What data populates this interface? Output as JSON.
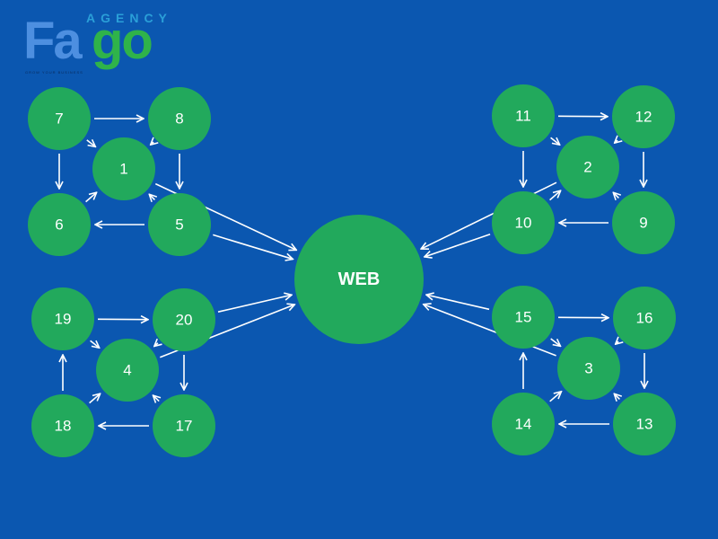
{
  "logo": {
    "part1": "Fa",
    "part2": "go",
    "agency": "AGENCY",
    "tagline": "GROW YOUR BUSINESS"
  },
  "colors": {
    "background": "#0b57b0",
    "node": "#22a95c",
    "arrow": "#ffffff"
  },
  "hub": {
    "id": "WEB",
    "label": "WEB"
  },
  "nodes": [
    {
      "id": "7",
      "label": "7"
    },
    {
      "id": "8",
      "label": "8"
    },
    {
      "id": "1",
      "label": "1"
    },
    {
      "id": "6",
      "label": "6"
    },
    {
      "id": "5",
      "label": "5"
    },
    {
      "id": "11",
      "label": "11"
    },
    {
      "id": "12",
      "label": "12"
    },
    {
      "id": "2",
      "label": "2"
    },
    {
      "id": "10",
      "label": "10"
    },
    {
      "id": "9",
      "label": "9"
    },
    {
      "id": "19",
      "label": "19"
    },
    {
      "id": "20",
      "label": "20"
    },
    {
      "id": "4",
      "label": "4"
    },
    {
      "id": "18",
      "label": "18"
    },
    {
      "id": "17",
      "label": "17"
    },
    {
      "id": "15",
      "label": "15"
    },
    {
      "id": "16",
      "label": "16"
    },
    {
      "id": "3",
      "label": "3"
    },
    {
      "id": "14",
      "label": "14"
    },
    {
      "id": "13",
      "label": "13"
    }
  ],
  "edges": [
    {
      "from": "7",
      "to": "8"
    },
    {
      "from": "7",
      "to": "1"
    },
    {
      "from": "7",
      "to": "6"
    },
    {
      "from": "8",
      "to": "1"
    },
    {
      "from": "8",
      "to": "5"
    },
    {
      "from": "5",
      "to": "1"
    },
    {
      "from": "5",
      "to": "6"
    },
    {
      "from": "6",
      "to": "1"
    },
    {
      "from": "1",
      "to": "WEB"
    },
    {
      "from": "5",
      "to": "WEB"
    },
    {
      "from": "11",
      "to": "12"
    },
    {
      "from": "11",
      "to": "2"
    },
    {
      "from": "11",
      "to": "10"
    },
    {
      "from": "12",
      "to": "2"
    },
    {
      "from": "12",
      "to": "9"
    },
    {
      "from": "9",
      "to": "2"
    },
    {
      "from": "9",
      "to": "10"
    },
    {
      "from": "10",
      "to": "2"
    },
    {
      "from": "2",
      "to": "WEB"
    },
    {
      "from": "10",
      "to": "WEB"
    },
    {
      "from": "19",
      "to": "20"
    },
    {
      "from": "19",
      "to": "4"
    },
    {
      "from": "18",
      "to": "19"
    },
    {
      "from": "20",
      "to": "4"
    },
    {
      "from": "20",
      "to": "17"
    },
    {
      "from": "17",
      "to": "4"
    },
    {
      "from": "17",
      "to": "18"
    },
    {
      "from": "18",
      "to": "4"
    },
    {
      "from": "20",
      "to": "WEB"
    },
    {
      "from": "4",
      "to": "WEB"
    },
    {
      "from": "15",
      "to": "16"
    },
    {
      "from": "15",
      "to": "3"
    },
    {
      "from": "14",
      "to": "15"
    },
    {
      "from": "16",
      "to": "3"
    },
    {
      "from": "16",
      "to": "13"
    },
    {
      "from": "13",
      "to": "3"
    },
    {
      "from": "13",
      "to": "14"
    },
    {
      "from": "14",
      "to": "3"
    },
    {
      "from": "15",
      "to": "WEB"
    },
    {
      "from": "3",
      "to": "WEB"
    }
  ]
}
